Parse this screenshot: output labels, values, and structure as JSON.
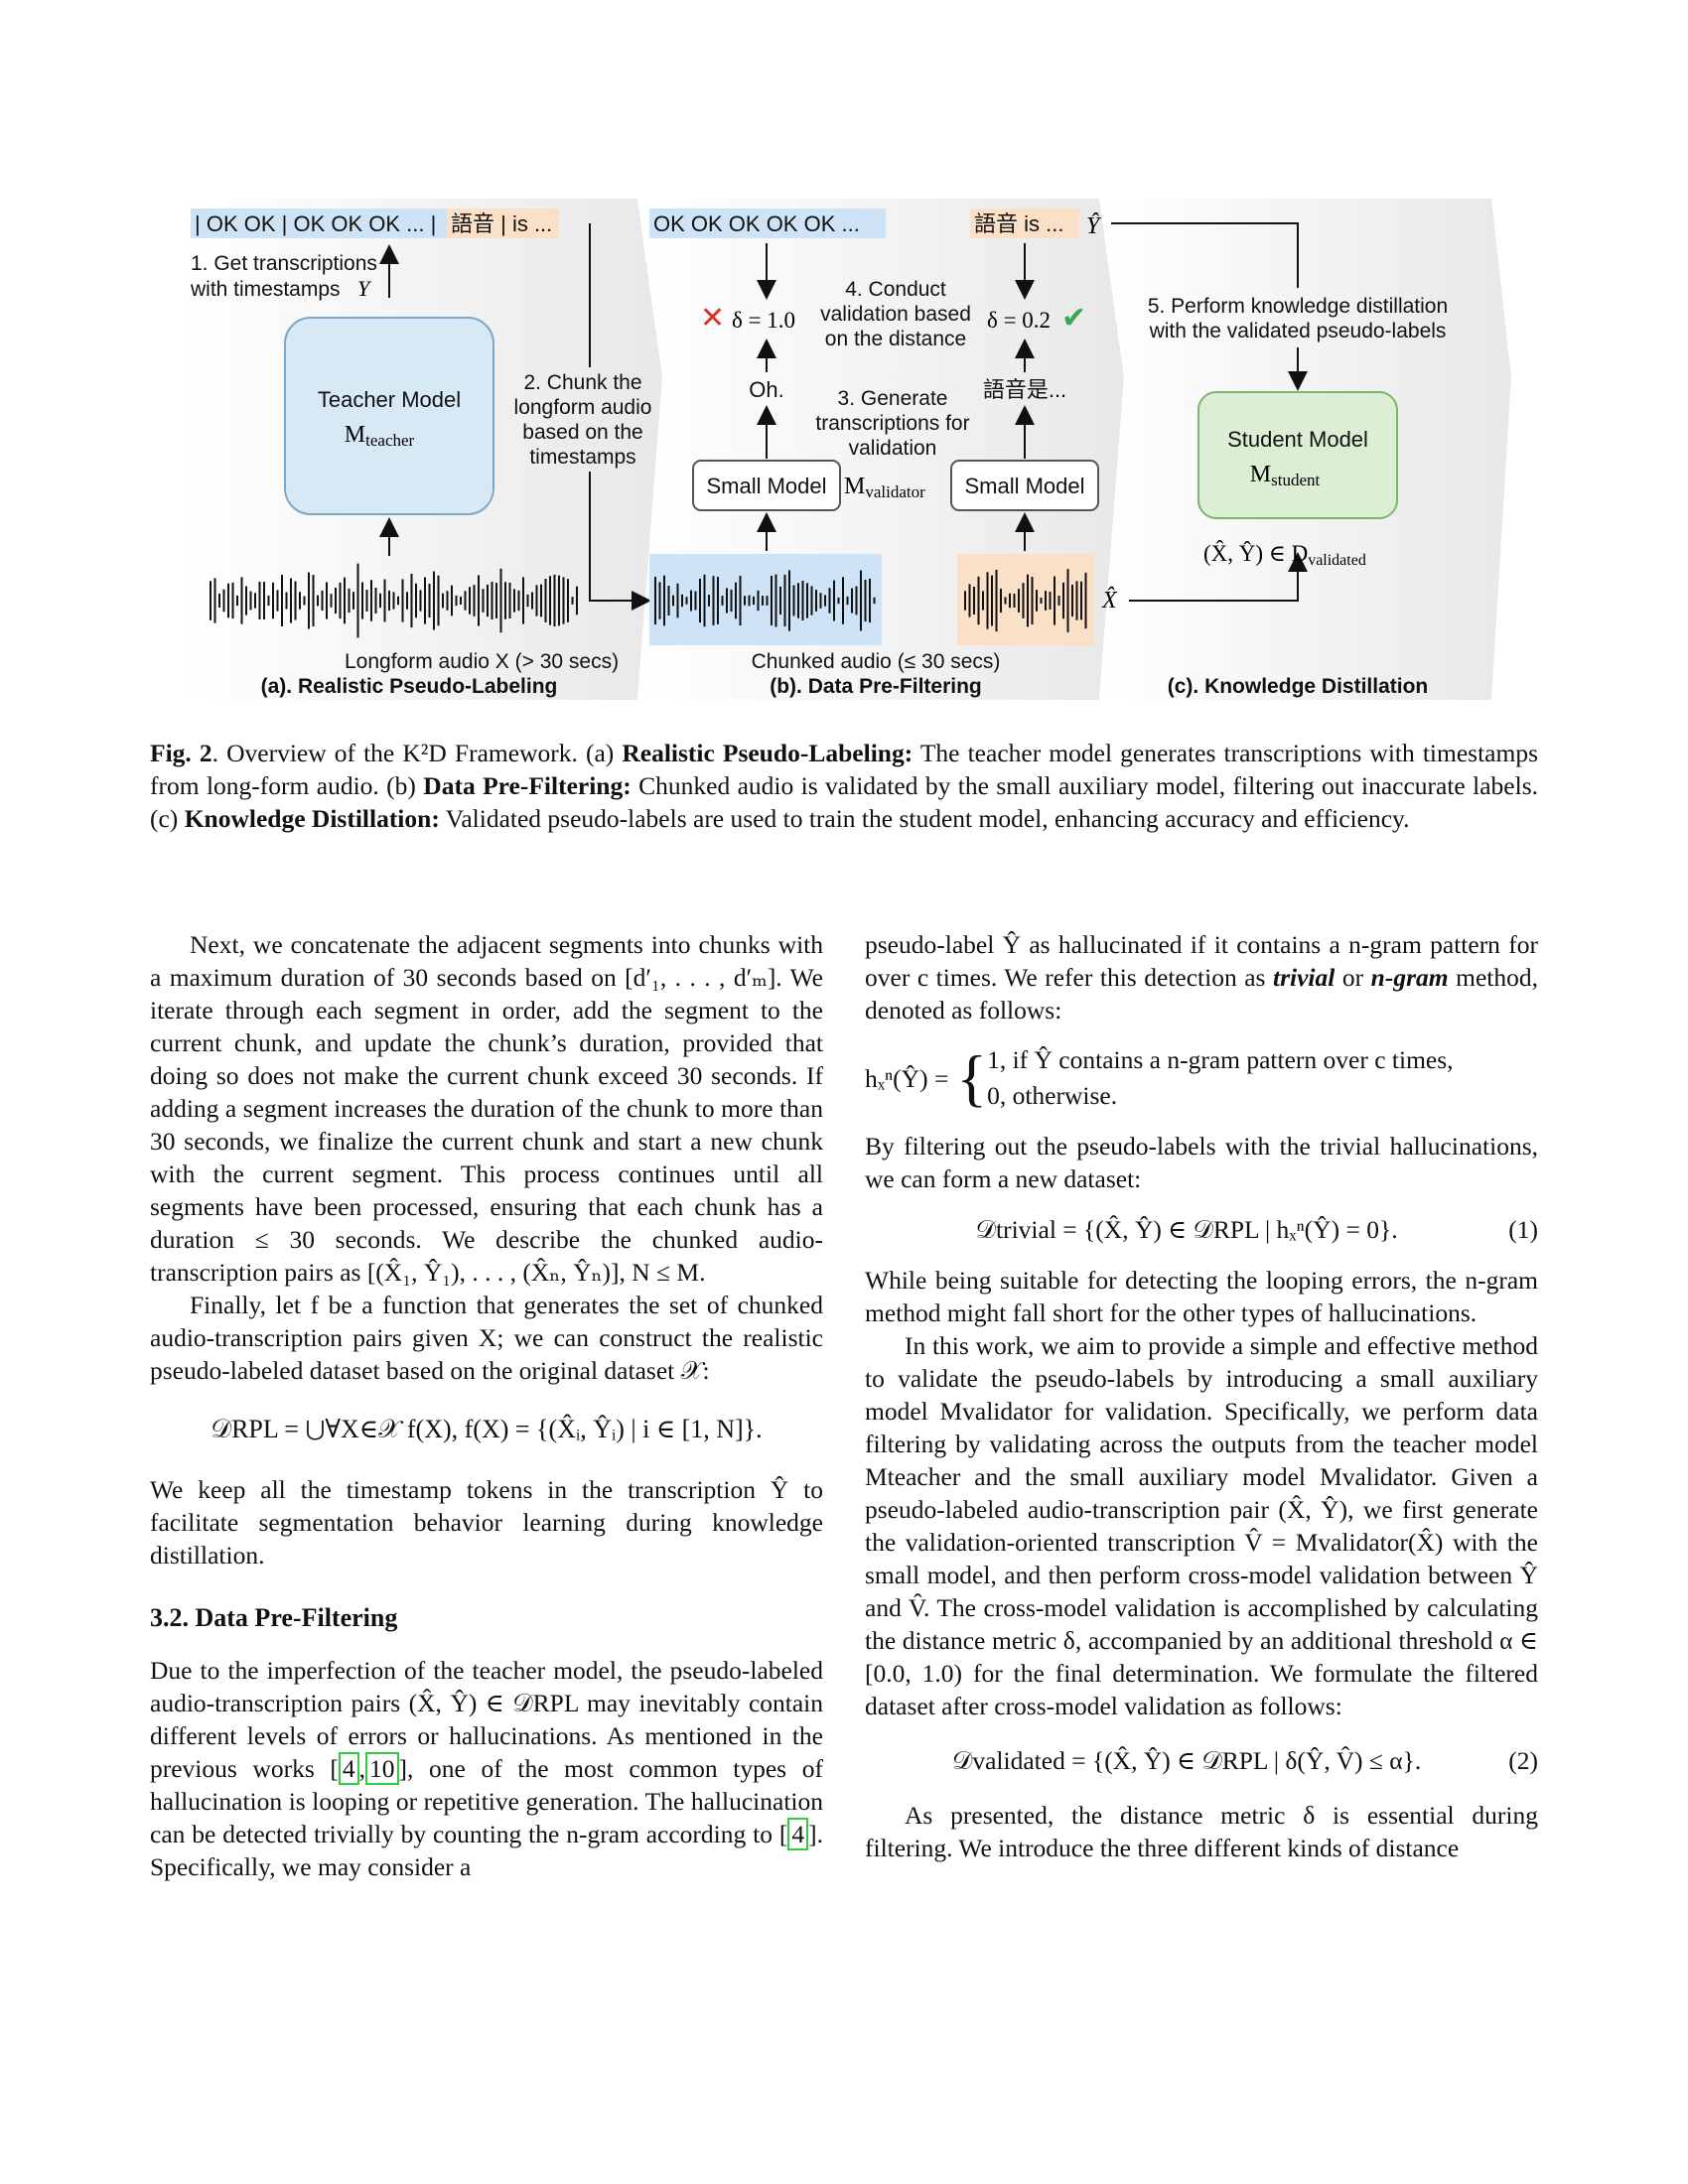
{
  "figure": {
    "panel_a": {
      "transcript_blue": "| OK OK | OK OK OK ... |",
      "transcript_orange": "語音 | is ...",
      "step1": [
        "1. Get transcriptions",
        "with timestamps"
      ],
      "step1_var": "Y",
      "teacher_label": "Teacher Model",
      "teacher_math": "M",
      "teacher_sub": "teacher",
      "step2": [
        "2. Chunk the",
        "longform audio",
        "based on the",
        "timestamps"
      ],
      "audio_caption": "Longform audio X (> 30 secs)",
      "title": "(a). Realistic Pseudo-Labeling"
    },
    "panel_b": {
      "transcript_blue": "OK OK OK OK OK ...",
      "transcript_orange": "語音 is ...",
      "yhat": "Ŷ",
      "delta_left": "δ = 1.0",
      "delta_right": "δ = 0.2",
      "step4": [
        "4. Conduct",
        "validation based",
        "on the distance"
      ],
      "out_left": "Oh.",
      "out_right": "語音是...",
      "step3": [
        "3. Generate",
        "transcriptions for",
        "validation"
      ],
      "small_model": "Small Model",
      "validator_math": "M",
      "validator_sub": "validator",
      "xhat": "X̂",
      "audio_caption": "Chunked audio (≤ 30 secs)",
      "title": "(b). Data Pre-Filtering"
    },
    "panel_c": {
      "step5": [
        "5. Perform knowledge distillation",
        "with the validated pseudo-labels"
      ],
      "student_label": "Student Model",
      "student_math": "M",
      "student_sub": "student",
      "pair_label": "(X̂, Ŷ) ∈ D",
      "pair_sub": "validated",
      "title": "(c). Knowledge Distillation"
    },
    "colors": {
      "blue_hl": "#cfe3f6",
      "orange_hl": "#fbe0c8",
      "teacher_box": "#d8e9f6",
      "student_box": "#dcefd4",
      "cross": "#d93025",
      "check": "#34a853"
    }
  },
  "caption": {
    "label": "Fig. 2",
    "intro": ". Overview of the K²D Framework. (a) ",
    "a_bold": "Realistic Pseudo-Labeling:",
    "a_text": " The teacher model generates transcriptions with timestamps from long-form audio. (b) ",
    "b_bold": "Data Pre-Filtering:",
    "b_text": " Chunked audio is validated by the small auxiliary model, filtering out inaccurate labels. (c) ",
    "c_bold": "Knowledge Distillation:",
    "c_text": " Validated pseudo-labels are used to train the student model, enhancing accuracy and efficiency."
  },
  "left": {
    "p1": "Next, we concatenate the adjacent segments into chunks with a maximum duration of 30 seconds based on [d′₁, . . . , d′ₘ]. We iterate through each segment in order, add the segment to the current chunk, and update the chunk’s duration, provided that doing so does not make the current chunk exceed 30 seconds. If adding a segment increases the duration of the chunk to more than 30 seconds, we finalize the current chunk and start a new chunk with the current segment. This process continues until all segments have been processed, ensuring that each chunk has a duration ≤ 30 seconds. We describe the chunked audio-transcription pairs as [(X̂₁, Ŷ₁), . . . , (X̂ₙ, Ŷₙ)], N ≤ M.",
    "p2": "Finally, let f be a function that generates the set of chunked audio-transcription pairs given X; we can construct the realistic pseudo-labeled dataset based on the original dataset 𝒳:",
    "eq": "𝒟RPL = ⋃∀X∈𝒳 f(X),    f(X) = {(X̂ᵢ, Ŷᵢ) | i ∈ [1, N]}.",
    "p3": "We keep all the timestamp tokens in the transcription Ŷ to facilitate segmentation behavior learning during knowledge distillation.",
    "section": "3.2.  Data Pre-Filtering",
    "p4a": "Due to the imperfection of the teacher model, the pseudo-labeled audio-transcription pairs (X̂, Ŷ) ∈ 𝒟RPL may inevitably contain different levels of errors or hallucinations. As mentioned in the previous works ",
    "cite1": "4",
    "cite2": "10",
    "p4b": ", one of the most common types of hallucination is looping or repetitive generation. The hallucination can be detected trivially by counting the n-gram according to ",
    "cite3": "4",
    "p4c": ". Specifically, we may consider a"
  },
  "right": {
    "p1a": "pseudo-label Ŷ as hallucinated if it contains a n-gram pattern for over c times. We refer this detection as ",
    "p1b": "trivial",
    "p1c": " or ",
    "p1d": "n-gram",
    "p1e": " method, denoted as follows:",
    "case_lhs": "hₓⁿ(Ŷ) =",
    "case1": "1,   if Ŷ contains a n-gram pattern over c times,",
    "case2": "0,   otherwise.",
    "p2": "By filtering out the pseudo-labels with the trivial hallucinations, we can form a new dataset:",
    "eq1": "𝒟trivial = {(X̂, Ŷ) ∈ 𝒟RPL | hₓⁿ(Ŷ) = 0}.",
    "eq1_no": "(1)",
    "p3": "While being suitable for detecting the looping errors, the n-gram method might fall short for the other types of hallucinations.",
    "p4": "In this work, we aim to provide a simple and effective method to validate the pseudo-labels by introducing a small auxiliary model Mvalidator for validation. Specifically, we perform data filtering by validating across the outputs from the teacher model Mteacher and the small auxiliary model Mvalidator. Given a pseudo-labeled audio-transcription pair (X̂, Ŷ), we first generate the validation-oriented transcription V̂ = Mvalidator(X̂) with the small model, and then perform cross-model validation between Ŷ and V̂. The cross-model validation is accomplished by calculating the distance metric δ, accompanied by an additional threshold α ∈ [0.0, 1.0) for the final determination. We formulate the filtered dataset after cross-model validation as follows:",
    "eq2": "𝒟validated = {(X̂, Ŷ) ∈ 𝒟RPL | δ(Ŷ, V̂) ≤ α}.",
    "eq2_no": "(2)",
    "p5": "As presented, the distance metric δ is essential during filtering. We introduce the three different kinds of distance"
  }
}
